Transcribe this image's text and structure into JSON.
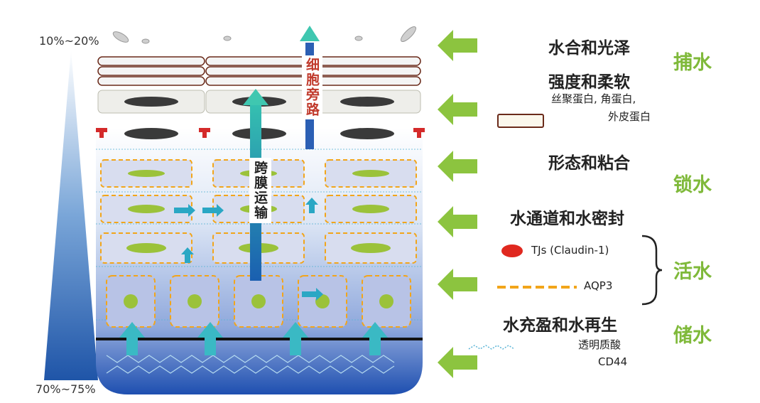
{
  "gradient": {
    "top_pct": "10%~20%",
    "bottom_pct": "70%~75%"
  },
  "labels": {
    "hydration_gloss": "水合和光泽",
    "strength_softness": "强度和柔软",
    "proteins": "丝聚蛋白, 角蛋白,",
    "proteins2": "外皮蛋白",
    "morphology_adhesion": "形态和粘合",
    "water_channel": "水通道和水密封",
    "tjs": "TJs (Claudin-1)",
    "aqp3": "AQP3",
    "hydration_regen": "水充盈和水再生",
    "hyaluronic": "透明质酸",
    "cd44": "CD44"
  },
  "stages": {
    "capture": "捕水",
    "lock": "锁水",
    "activate": "活水",
    "store": "储水"
  },
  "paths": {
    "paracellular": "细胞旁路",
    "transmembrane": "跨膜运输"
  },
  "colors": {
    "green": "#7fb93a",
    "arrow_green": "#8cc43f",
    "teal": "#2aa7a7",
    "blue": "#2b5fb4",
    "red": "#d42a2a",
    "aqp": "#f2a51a"
  }
}
